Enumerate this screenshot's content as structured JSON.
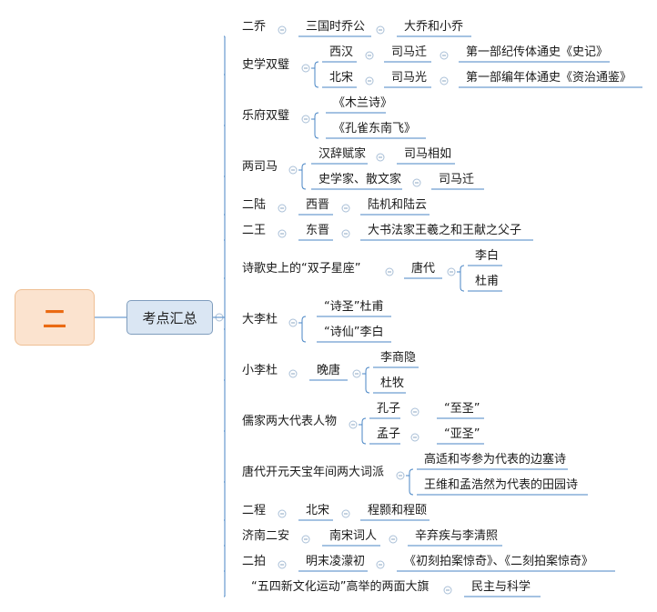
{
  "root": {
    "label": "二"
  },
  "hub": {
    "label": "考点汇总"
  },
  "groups": [
    {
      "label": "二乔",
      "chain": [
        {
          "label": "三国时乔公",
          "children": [
            {
              "label": "大乔和小乔"
            }
          ]
        }
      ]
    },
    {
      "label": "史学双璧",
      "chain": [
        {
          "label": "西汉",
          "children": [
            {
              "label": "司马迁",
              "children": [
                {
                  "label": "第一部纪传体通史《史记》"
                }
              ]
            }
          ]
        },
        {
          "label": "北宋",
          "children": [
            {
              "label": "司马光",
              "children": [
                {
                  "label": "第一部编年体通史《资治通鉴》"
                }
              ]
            }
          ]
        }
      ]
    },
    {
      "label": "乐府双璧",
      "chain": [
        {
          "label": "《木兰诗》"
        },
        {
          "label": "《孔雀东南飞》"
        }
      ]
    },
    {
      "label": "两司马",
      "chain": [
        {
          "label": "汉辞赋家",
          "children": [
            {
              "label": "司马相如"
            }
          ]
        },
        {
          "label": "史学家、散文家",
          "children": [
            {
              "label": "司马迁"
            }
          ]
        }
      ]
    },
    {
      "label": "二陆",
      "chain": [
        {
          "label": "西晋",
          "children": [
            {
              "label": "陆机和陆云"
            }
          ]
        }
      ]
    },
    {
      "label": "二王",
      "chain": [
        {
          "label": "东晋",
          "children": [
            {
              "label": "大书法家王羲之和王献之父子"
            }
          ]
        }
      ]
    },
    {
      "label": "诗歌史上的“双子星座”",
      "chain": [
        {
          "label": "唐代",
          "children": [
            {
              "label": "李白"
            },
            {
              "label": "杜甫"
            }
          ]
        }
      ]
    },
    {
      "label": "大李杜",
      "chain": [
        {
          "label": "“诗圣”杜甫"
        },
        {
          "label": "“诗仙”李白"
        }
      ]
    },
    {
      "label": "小李杜",
      "chain": [
        {
          "label": "晚唐",
          "children": [
            {
              "label": "李商隐"
            },
            {
              "label": "杜牧"
            }
          ]
        }
      ]
    },
    {
      "label": "儒家两大代表人物",
      "chain": [
        {
          "label": "孔子",
          "children": [
            {
              "label": "“至圣”"
            }
          ]
        },
        {
          "label": "孟子",
          "children": [
            {
              "label": "“亚圣”"
            }
          ]
        }
      ]
    },
    {
      "label": "唐代开元天宝年间两大词派",
      "chain": [
        {
          "label": "高适和岑参为代表的边塞诗"
        },
        {
          "label": "王维和孟浩然为代表的田园诗"
        }
      ]
    },
    {
      "label": "二程",
      "chain": [
        {
          "label": "北宋",
          "children": [
            {
              "label": "程颢和程颐"
            }
          ]
        }
      ]
    },
    {
      "label": "济南二安",
      "chain": [
        {
          "label": "南宋词人",
          "children": [
            {
              "label": "辛弃疾与李清照"
            }
          ]
        }
      ]
    },
    {
      "label": "二拍",
      "chain": [
        {
          "label": "明末凌濛初",
          "children": [
            {
              "label": "《初刻拍案惊奇》、《二刻拍案惊奇》"
            }
          ]
        }
      ]
    },
    {
      "label": "“五四新文化运动”高举的两面大旗",
      "chain": [
        {
          "label": "民主与科学"
        }
      ]
    }
  ]
}
